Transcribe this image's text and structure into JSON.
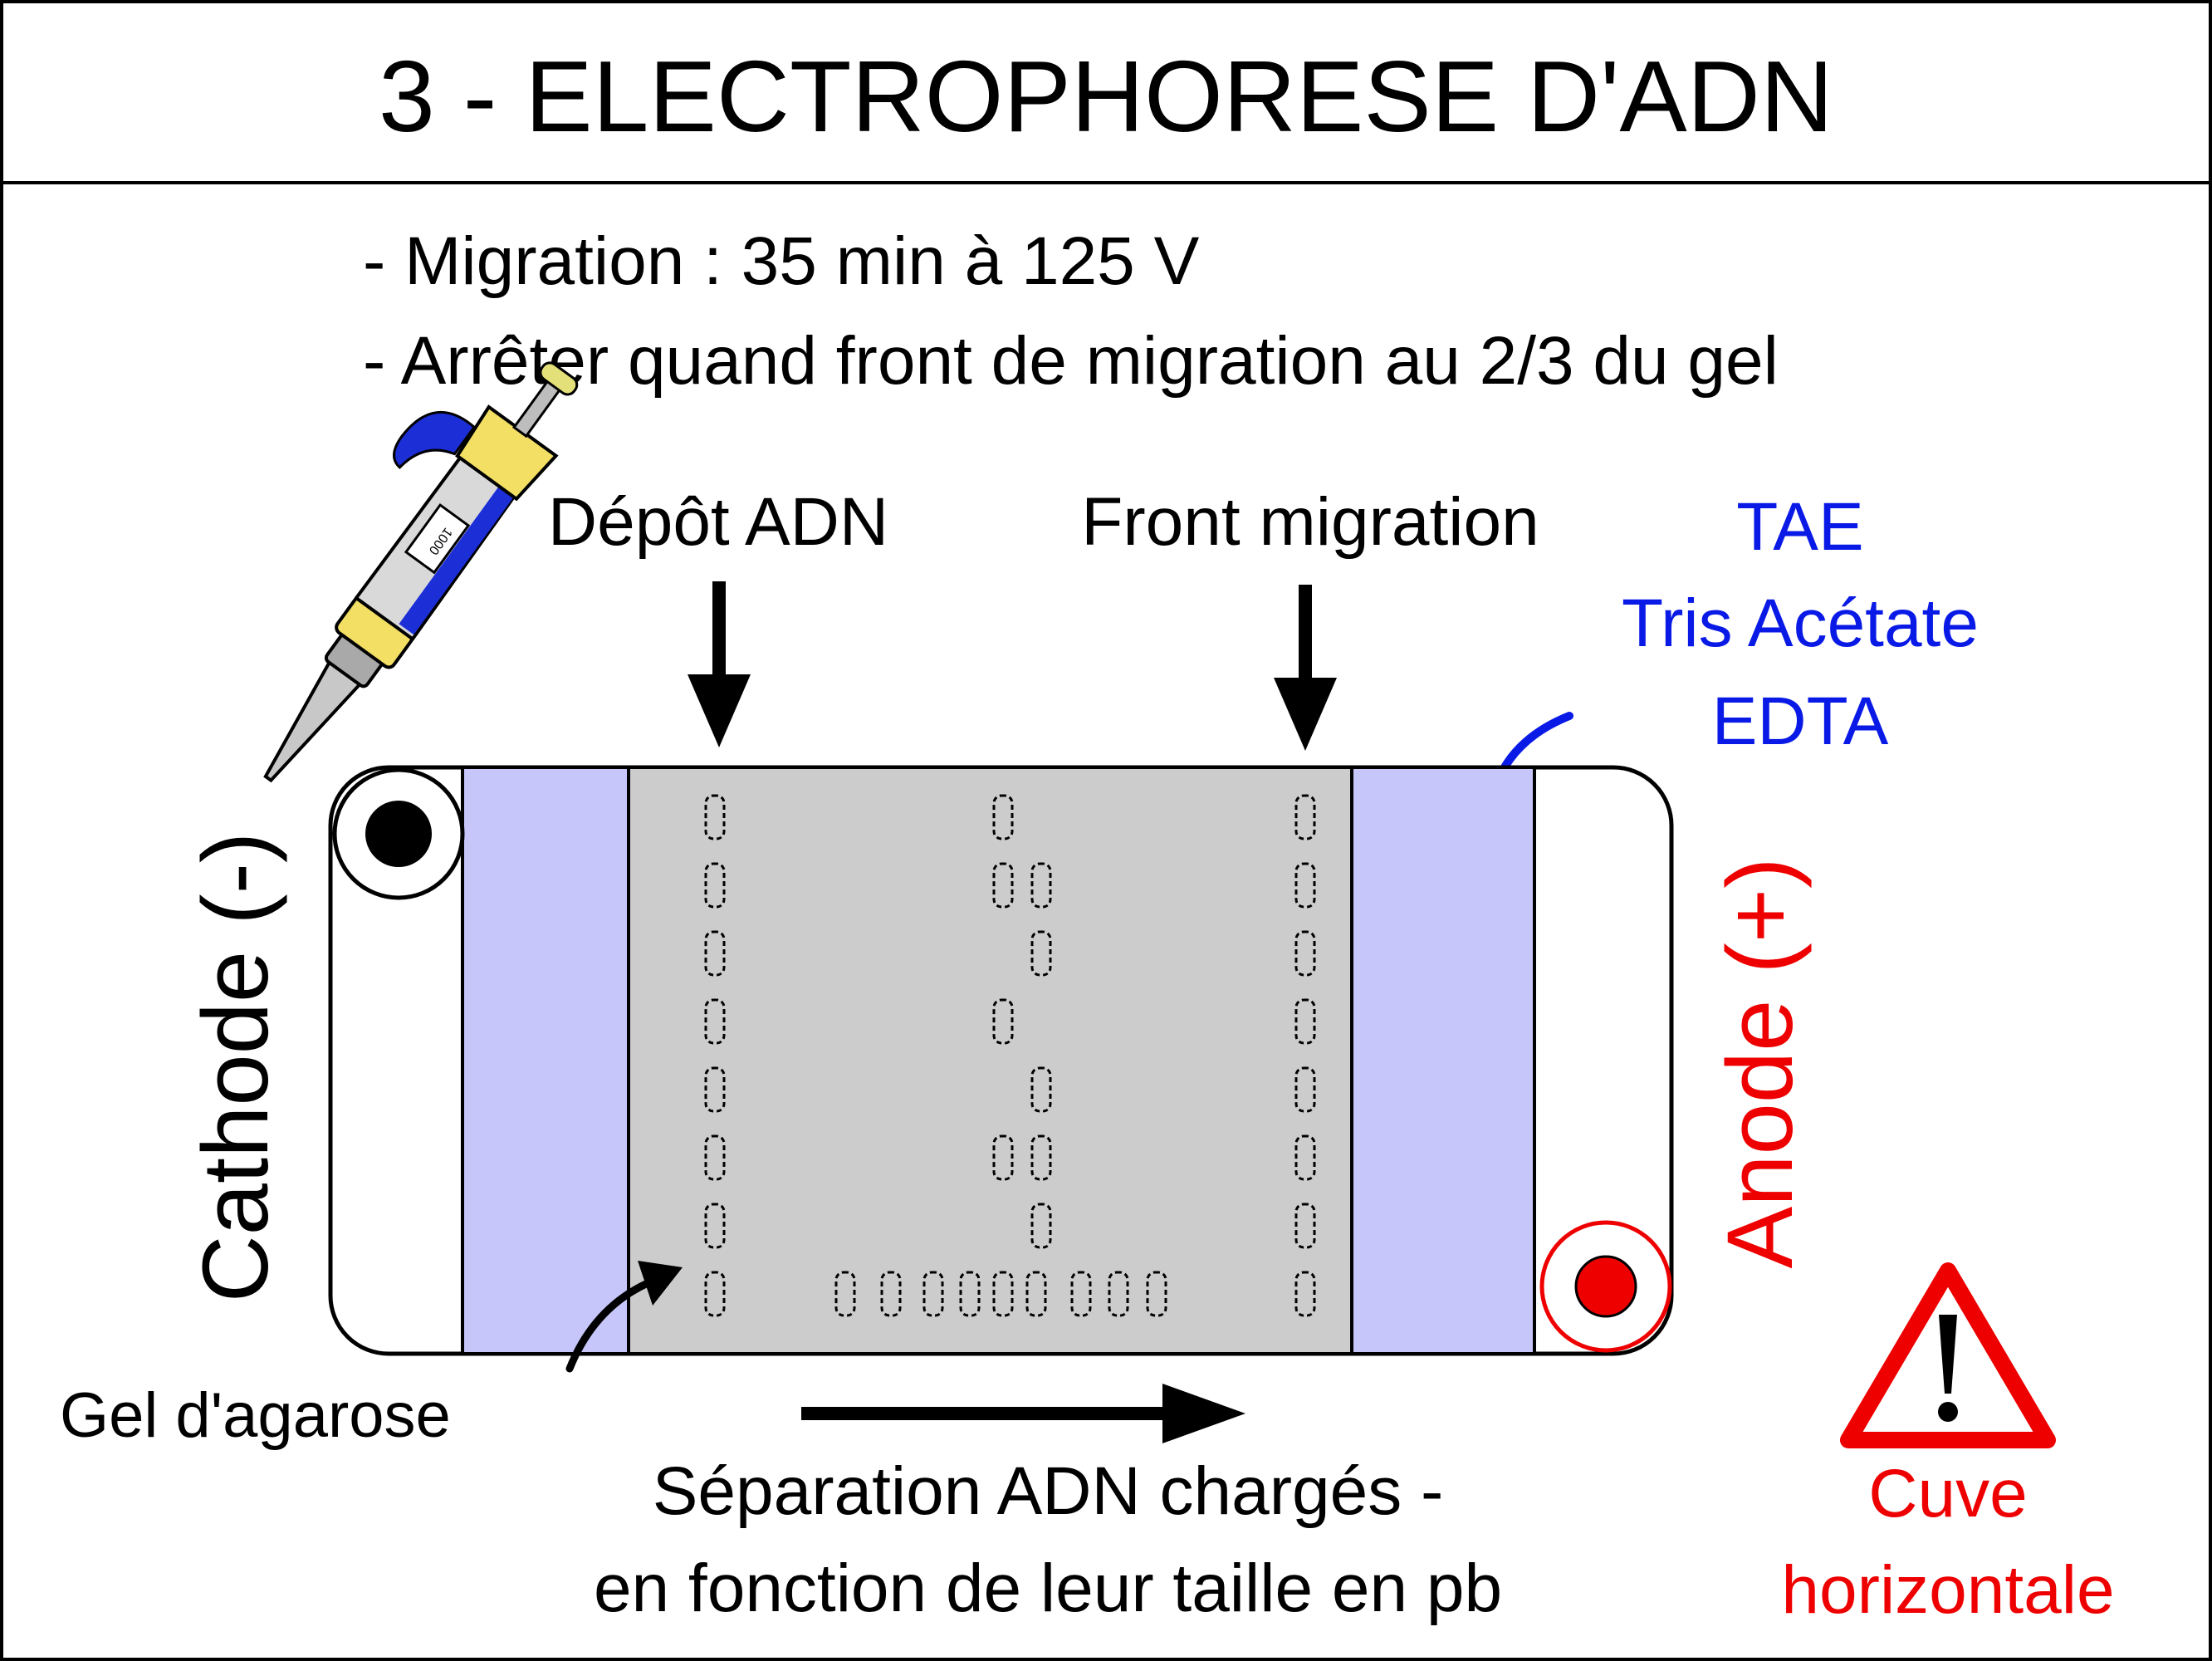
{
  "title": "3 - ELECTROPHORESE D'ADN",
  "instructions": {
    "line1": "- Migration : 35 min à 125 V",
    "line2": "- Arrêter quand front de migration au 2/3 du gel"
  },
  "labels": {
    "deposit": "Dépôt ADN",
    "front": "Front migration",
    "cathode": "Cathode (-)",
    "anode": "Anode (+)",
    "gel": "Gel d'agarose",
    "separation_line1": "Séparation ADN chargés -",
    "separation_line2": "en fonction de leur taille en pb"
  },
  "buffer": {
    "line1": "TAE",
    "line2": "Tris Acétate",
    "line3": "EDTA"
  },
  "warning": {
    "line1": "Cuve",
    "line2": "horizontale"
  },
  "pipette": {
    "volume_readout": "1000"
  },
  "colors": {
    "ink": "#000000",
    "buffer_blue": "#0a1ae6",
    "anode_red": "#ee0000",
    "buffer_fill": "#c6c6fb",
    "gel_fill": "#cccccc",
    "pipette_yellow": "#f2df64",
    "pipette_blue": "#1c2ed6"
  }
}
